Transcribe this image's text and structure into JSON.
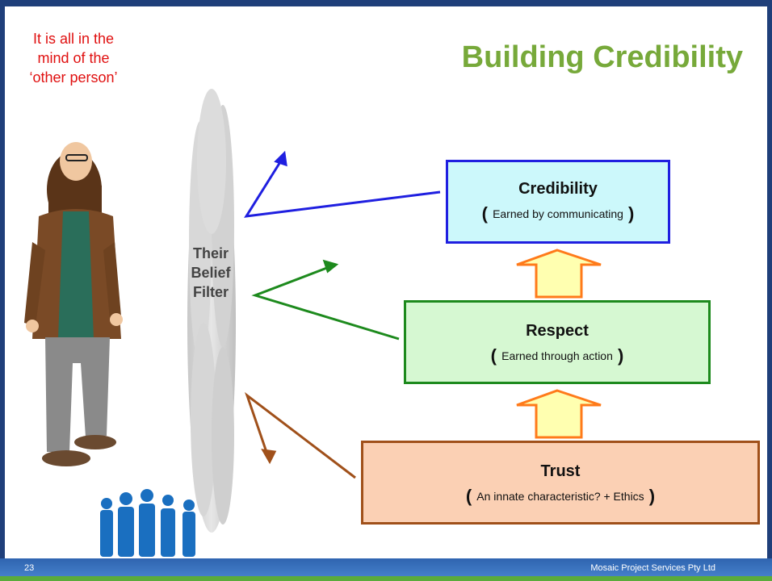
{
  "title": "Building Credibility",
  "note": {
    "line1": "It is all in the",
    "line2": "mind of the",
    "line3": "‘other person’"
  },
  "filter": {
    "line1": "Their",
    "line2": "Belief",
    "line3": "Filter"
  },
  "boxes": {
    "credibility": {
      "title": "Credibility",
      "subtitle": "Earned by communicating"
    },
    "respect": {
      "title": "Respect",
      "subtitle": "Earned through action"
    },
    "trust": {
      "title": "Trust",
      "subtitle": "An innate characteristic? + Ethics"
    }
  },
  "footer": {
    "page": "23",
    "company": "Mosaic Project Services Pty Ltd"
  },
  "colors": {
    "title": "#77a93a",
    "note": "#e01010",
    "credibility_border": "#1f1fe0",
    "respect_border": "#1d8a1d",
    "trust_border": "#a0501a"
  },
  "icons": [
    "person-illustration",
    "belief-filter-cloud",
    "team-silhouette-icon",
    "up-arrow-icon"
  ]
}
